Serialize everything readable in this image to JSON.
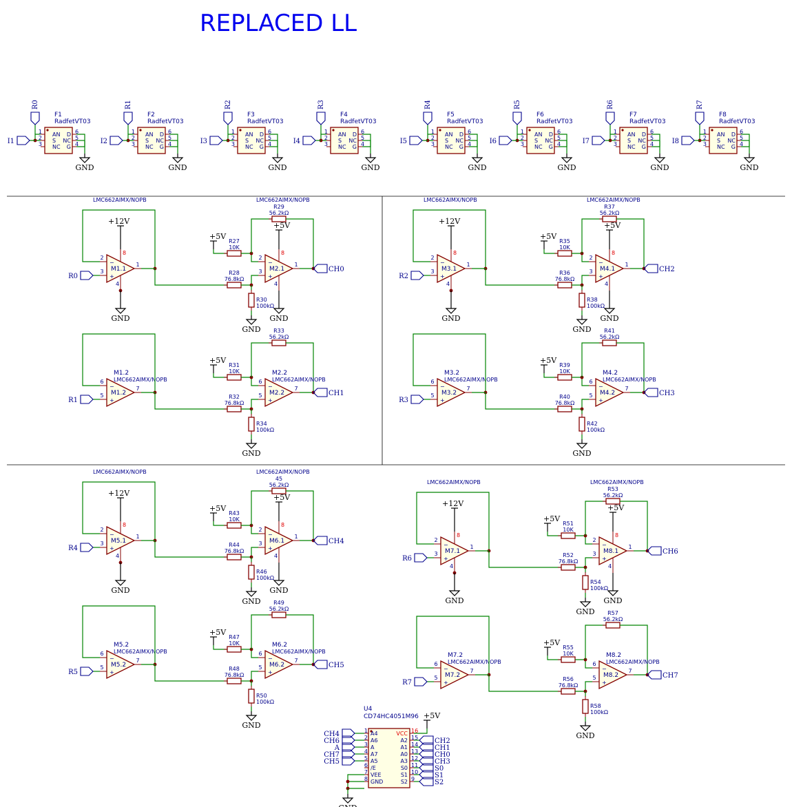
{
  "title": "REPLACED LL",
  "fets": [
    {
      "ref": "F1",
      "value": "RadfetVT03",
      "in": "I1",
      "gate": "R0",
      "gnd": "GND"
    },
    {
      "ref": "F2",
      "value": "RadfetVT03",
      "in": "I2",
      "gate": "R1",
      "gnd": "GND"
    },
    {
      "ref": "F3",
      "value": "RadfetVT03",
      "in": "I3",
      "gate": "R2",
      "gnd": "GND"
    },
    {
      "ref": "F4",
      "value": "RadfetVT03",
      "in": "I4",
      "gate": "R3",
      "gnd": "GND"
    },
    {
      "ref": "F5",
      "value": "RadfetVT03",
      "in": "I5",
      "gate": "R4",
      "gnd": "GND"
    },
    {
      "ref": "F6",
      "value": "RadfetVT03",
      "in": "I6",
      "gate": "R5",
      "gnd": "GND"
    },
    {
      "ref": "F7",
      "value": "RadfetVT03",
      "in": "I7",
      "gate": "R6",
      "gnd": "GND"
    },
    {
      "ref": "F8",
      "value": "RadfetVT03",
      "in": "I8",
      "gate": "R7",
      "gnd": "GND"
    }
  ],
  "fet_pins": {
    "left": [
      "AN",
      "S",
      "NC"
    ],
    "right": [
      "D",
      "NC",
      "G"
    ],
    "lnum": [
      "1",
      "2",
      "3"
    ],
    "rnum": [
      "6",
      "5",
      "4"
    ]
  },
  "opamp_part": "LMC662AIMX/NOPB",
  "stages": [
    {
      "buf": "M1.1",
      "amp": "M2.1",
      "in": "R0",
      "out": "CH0",
      "ra": "R27",
      "rin": "R28",
      "rf": "R29",
      "rg": "R30",
      "ra_v": "10K",
      "rin_v": "76.8kΩ",
      "rf_v": "56.2kΩ",
      "rg_v": "100kΩ",
      "bp": [
        "2",
        "3",
        "1"
      ],
      "ap": [
        "2",
        "3",
        "1"
      ],
      "sup12": "+12V",
      "sup5": "+5V",
      "amp_part": "",
      "rf_ref_top": "LMC662AIMX/NOPB",
      "buf_top": "LMC662AIMX/NOPB",
      "dual": false
    },
    {
      "buf": "M1.2",
      "amp": "M2.2",
      "in": "R1",
      "out": "CH1",
      "ra": "R31",
      "rin": "R32",
      "rf": "R33",
      "rg": "R34",
      "ra_v": "10K",
      "rin_v": "76.8kΩ",
      "rf_v": "56.2kΩ",
      "rg_v": "100kΩ",
      "bp": [
        "6",
        "5",
        "7"
      ],
      "ap": [
        "6",
        "5",
        "7"
      ],
      "dual": true
    },
    {
      "buf": "M3.1",
      "amp": "M4.1",
      "in": "R2",
      "out": "CH2",
      "ra": "R35",
      "rin": "R36",
      "rf": "R37",
      "rg": "R38",
      "ra_v": "10K",
      "rin_v": "76.8kΩ",
      "rf_v": "56.2kΩ",
      "rg_v": "100kΩ",
      "bp": [
        "2",
        "3",
        "1"
      ],
      "ap": [
        "2",
        "3",
        "1"
      ],
      "sup12": "+12V",
      "sup5": "+5V",
      "rf_ref_top": "LMC662AIMX/NOPB",
      "buf_top": "LMC662AIMX/NOPB",
      "dual": false
    },
    {
      "buf": "M3.2",
      "amp": "M4.2",
      "in": "R3",
      "out": "CH3",
      "ra": "R39",
      "rin": "R40",
      "rf": "R41",
      "rg": "R42",
      "ra_v": "10K",
      "rin_v": "76.8kΩ",
      "rf_v": "56.2kΩ",
      "rg_v": "100kΩ",
      "bp": [
        "6",
        "5",
        "7"
      ],
      "ap": [
        "6",
        "5",
        "7"
      ],
      "dual": true
    },
    {
      "buf": "M5.1",
      "amp": "M6.1",
      "in": "R4",
      "out": "CH4",
      "ra": "R43",
      "rin": "R44",
      "rf": "45",
      "rg": "R46",
      "ra_v": "10K",
      "rin_v": "76.8kΩ",
      "rf_v": "56.2kΩ",
      "rg_v": "100kΩ",
      "bp": [
        "2",
        "3",
        "1"
      ],
      "ap": [
        "2",
        "3",
        "1"
      ],
      "sup12": "+12V",
      "sup5": "+5V",
      "rf_ref_top": "LMC662AIMX/NOPB",
      "buf_top": "LMC662AIMX/NOPB",
      "dual": false
    },
    {
      "buf": "M5.2",
      "amp": "M6.2",
      "in": "R5",
      "out": "CH5",
      "ra": "R47",
      "rin": "R48",
      "rf": "R49",
      "rg": "R50",
      "ra_v": "10K",
      "rin_v": "76.8kΩ",
      "rf_v": "56.2kΩ",
      "rg_v": "100kΩ",
      "bp": [
        "6",
        "5",
        "7"
      ],
      "ap": [
        "6",
        "5",
        "7"
      ],
      "dual": true
    },
    {
      "buf": "M7.1",
      "amp": "M8.1",
      "in": "R6",
      "out": "CH6",
      "ra": "R51",
      "rin": "R52",
      "rf": "R53",
      "rg": "R54",
      "ra_v": "10K",
      "rin_v": "76.8kΩ",
      "rf_v": "56.2kΩ",
      "rg_v": "100kΩ",
      "bp": [
        "2",
        "3",
        "1"
      ],
      "ap": [
        "2",
        "3",
        "1"
      ],
      "sup12": "+12V",
      "sup5": "+5V",
      "rf_ref_top": "LMC662AIMX/NOPB",
      "buf_top": "LMC662AIMX/NOPB",
      "dual": false
    },
    {
      "buf": "M7.2",
      "amp": "M8.2",
      "in": "R7",
      "out": "CH7",
      "ra": "R55",
      "rin": "R56",
      "rf": "R57",
      "rg": "R58",
      "ra_v": "10K",
      "rin_v": "76.8kΩ",
      "rf_v": "56.2kΩ",
      "rg_v": "100kΩ",
      "bp": [
        "6",
        "5",
        "7"
      ],
      "ap": [
        "6",
        "5",
        "7"
      ],
      "dual": true
    }
  ],
  "supply_pin_top": "8",
  "supply_pin_bot": "4",
  "gnd": "GND",
  "mux": {
    "ref": "U4",
    "value": "CD74HC4051M96",
    "vcc_rail": "+5V",
    "left_pins": [
      [
        "1",
        "A4",
        "CH4"
      ],
      [
        "2",
        "A6",
        "CH6"
      ],
      [
        "3",
        "A",
        "A"
      ],
      [
        "4",
        "A7",
        "CH7"
      ],
      [
        "5",
        "A5",
        "CH5"
      ],
      [
        "6",
        "/E",
        ""
      ],
      [
        "7",
        "VEE",
        ""
      ],
      [
        "8",
        "GND",
        ""
      ]
    ],
    "right_pins": [
      [
        "16",
        "VCC",
        ""
      ],
      [
        "15",
        "A2",
        "CH2"
      ],
      [
        "14",
        "A1",
        "CH1"
      ],
      [
        "13",
        "A0",
        "CH0"
      ],
      [
        "12",
        "A3",
        "CH3"
      ],
      [
        "11",
        "S0",
        "S0"
      ],
      [
        "10",
        "S1",
        "S1"
      ],
      [
        "9",
        "S2",
        "S2"
      ]
    ]
  }
}
